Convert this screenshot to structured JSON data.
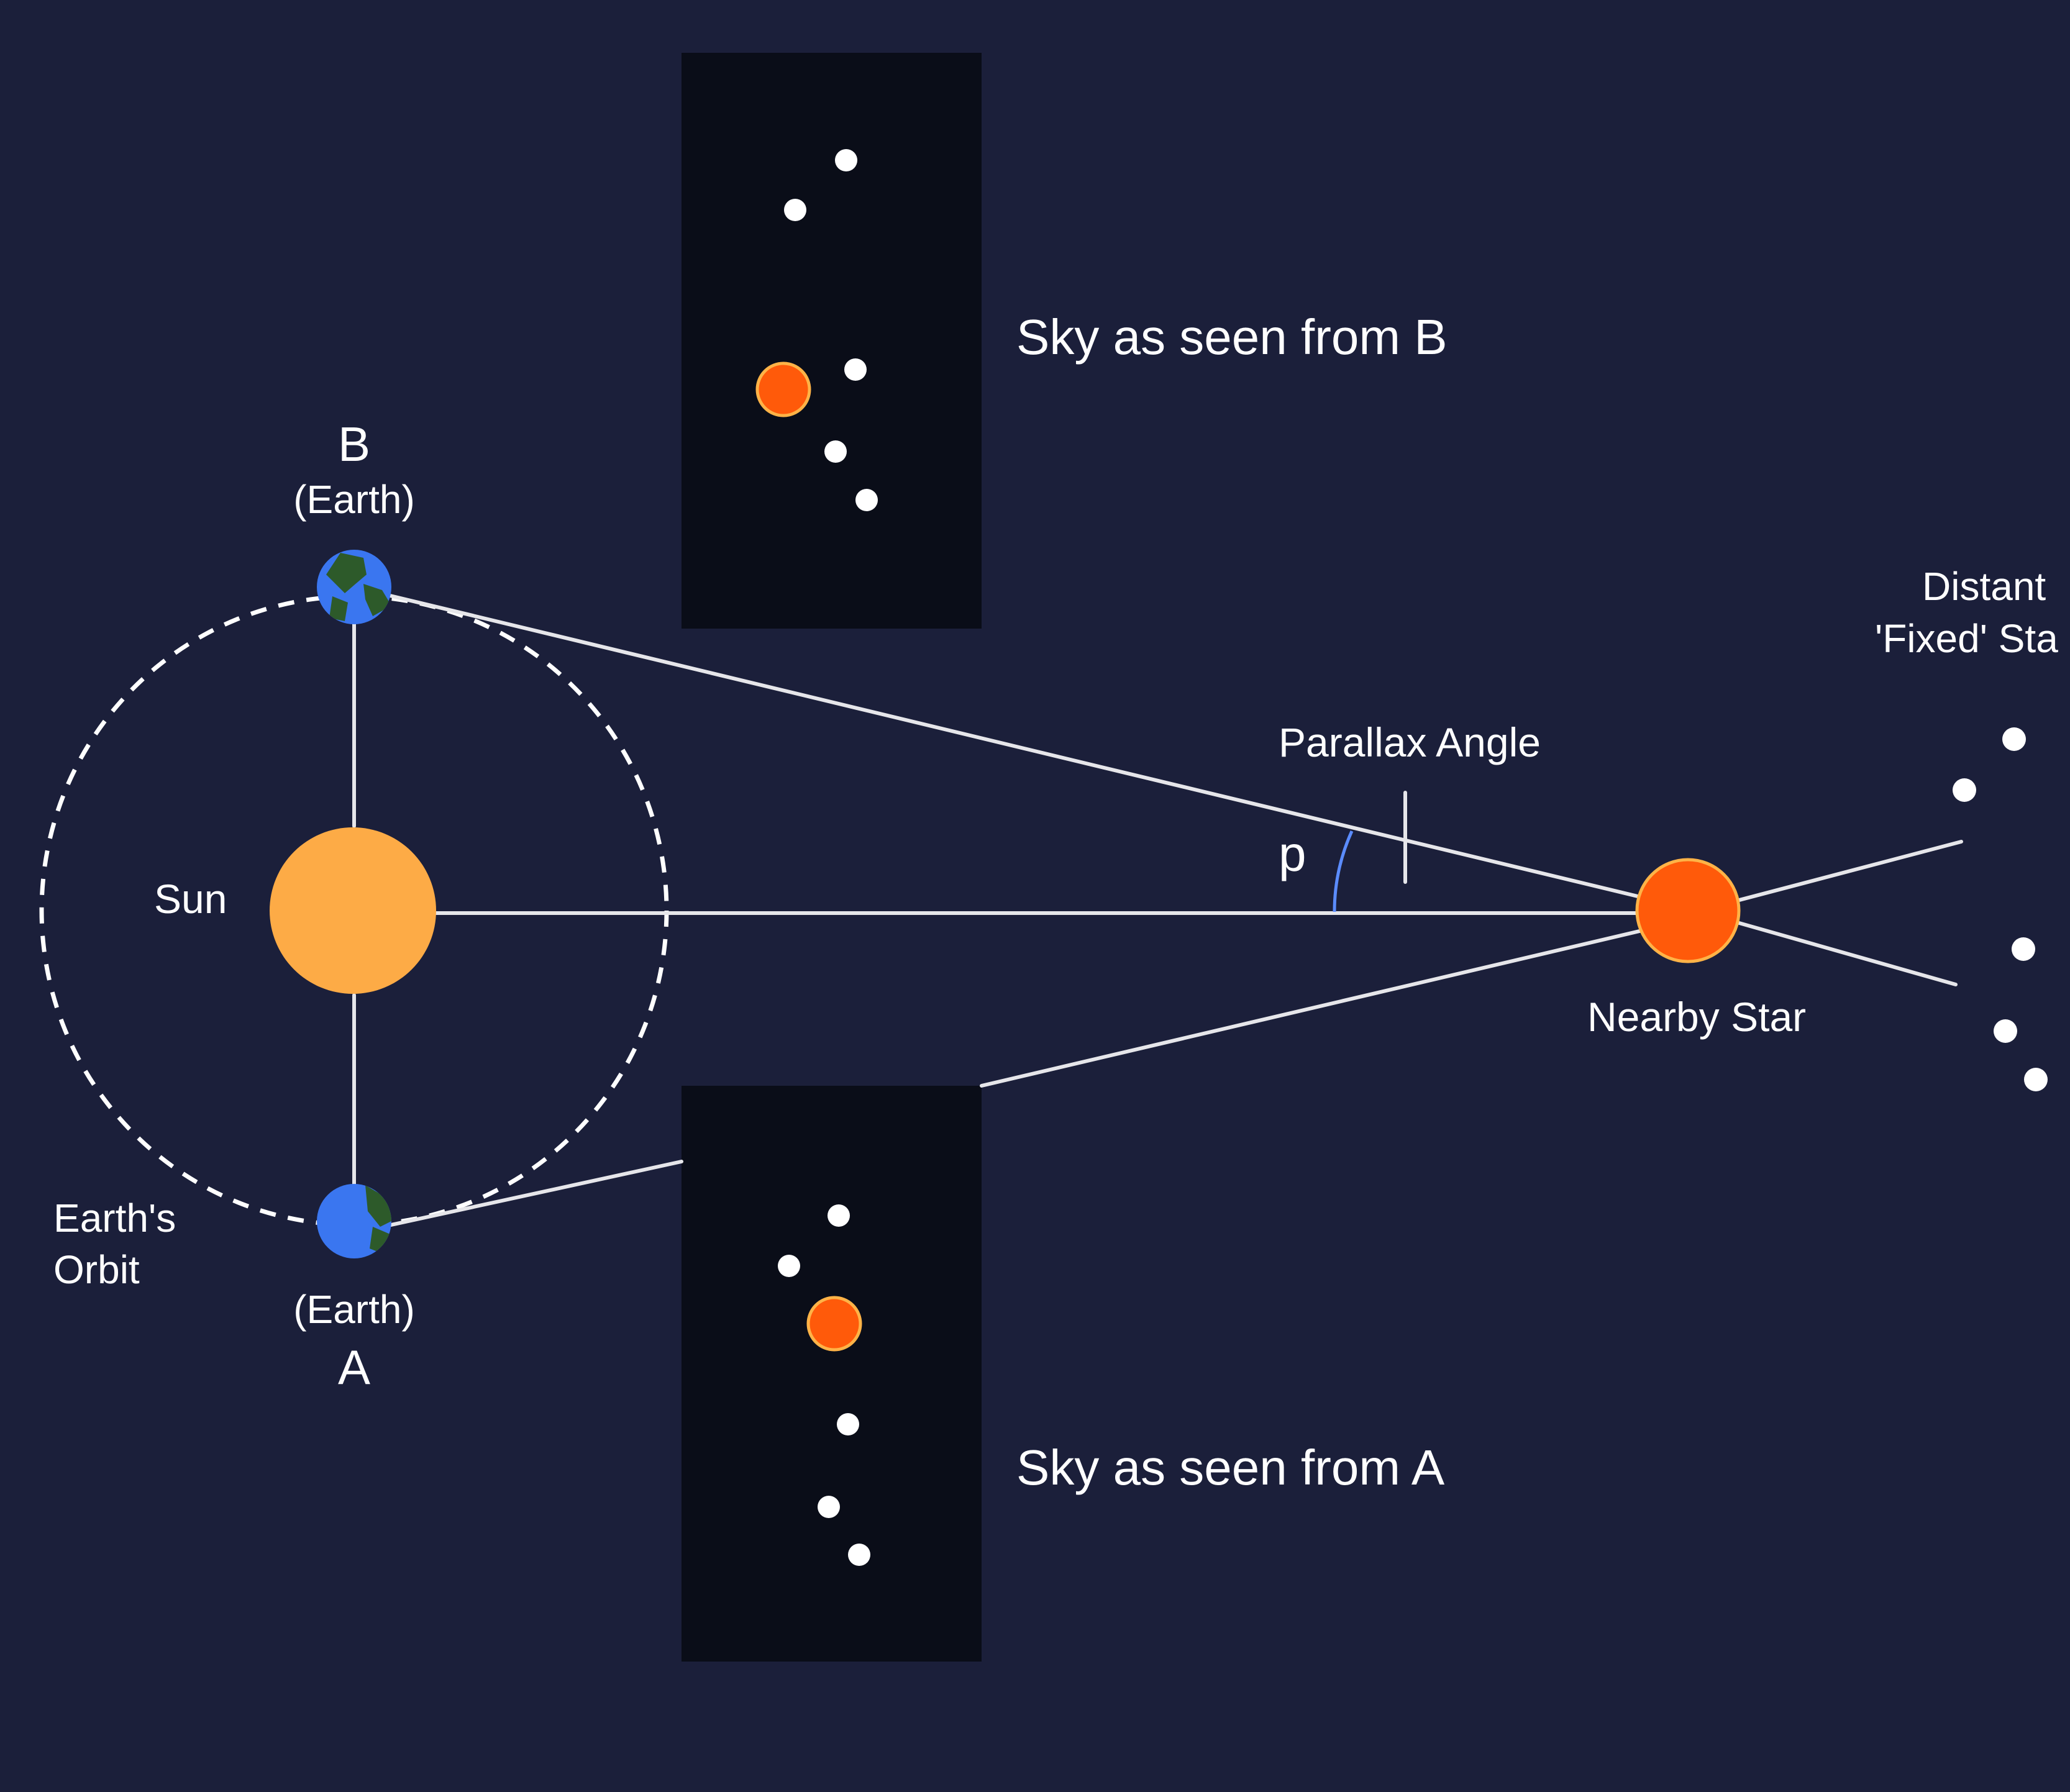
{
  "labels": {
    "sky_b": "Sky as seen from B",
    "sky_a": "Sky as seen from A",
    "point_b": "B",
    "earth_b": "(Earth)",
    "earth_a": "(Earth)",
    "point_a": "A",
    "sun": "Sun",
    "orbit_line1": "Earth's",
    "orbit_line2": "Orbit",
    "parallax_angle": "Parallax Angle",
    "p": "p",
    "nearby_star": "Nearby Star",
    "distant_line1": "Distant",
    "distant_line2": "'Fixed' Sta"
  },
  "colors": {
    "background": "#1b1f3a",
    "sky_panel": "#0a0d18",
    "sun": "#fdab46",
    "nearby_star": "#ff5a0a",
    "earth_ocean": "#3a76f0",
    "earth_land": "#2d5a2a",
    "line": "#e6e6ea",
    "angle_arc": "#5b8cff"
  },
  "icons": {
    "earth": "earth-globe-icon",
    "sun": "sun-icon",
    "star": "star-dot-icon"
  }
}
